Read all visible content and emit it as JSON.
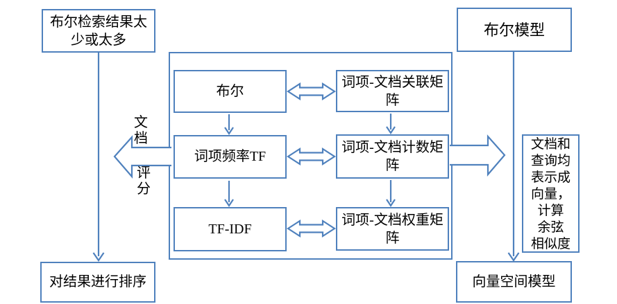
{
  "diagram": {
    "accent_color": "#4F81BD",
    "text_color": "#000000",
    "boxes": {
      "top_left": "布尔检索结果太少或太多",
      "top_right": "布尔模型",
      "bottom_left": "对结果进行排序",
      "bottom_right": "向量空间模型",
      "boolean": "布尔",
      "term_doc_incidence": "词项-文档关联矩阵",
      "term_frequency": "词项频率TF",
      "term_doc_count": "词项-文档计数矩阵",
      "tfidf": "TF-IDF",
      "term_doc_weight": "词项-文档权重矩阵",
      "vector_note": "文档和\n查询均\n表示成\n向量，\n计算\n余弦\n相似度"
    },
    "labels": {
      "doc": "文档",
      "score": "评分"
    }
  }
}
